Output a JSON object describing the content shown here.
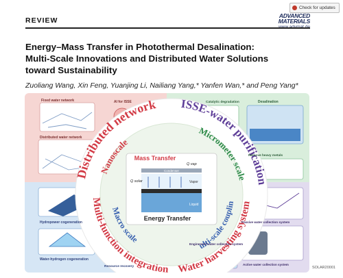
{
  "header": {
    "section": "REVIEW",
    "check_updates": "Check for updates",
    "journal_line1": "ADVANCED",
    "journal_line2": "MATERIALS",
    "journal_url": "www.advmat.de"
  },
  "article": {
    "title_line1": "Energy–Mass Transfer in Photothermal Desalination:",
    "title_line2": "Multi-Scale Innovations and Distributed Water Solutions",
    "title_line3": "toward Sustainability",
    "authors": "Zuoliang Wang, Xin Feng, Yuanjing Li, Nailiang Yang,* Yanfen Wan,* and Peng Yang*"
  },
  "figure": {
    "ring_labels": {
      "top_left": "Distributed network",
      "top_right": "ISSE-water purification",
      "bottom_left": "Multi-function integration",
      "bottom_right": "Water harvesting system"
    },
    "inner_labels": {
      "nanoscale": "Nanoscale",
      "micrometer": "Micrometer scale",
      "macro": "Macro scale",
      "multiscale": "Multi-scale coupling"
    },
    "center": {
      "mass_transfer": "Mass Transfer",
      "energy_transfer": "Energy Transfer",
      "condenser": "Condenser",
      "vapor": "Vapor",
      "liquid": "Liquid",
      "q_solar": "Q solar",
      "q_vap": "Q vap"
    },
    "panel_labels": {
      "fixed_network": "Fixed water network",
      "ai_isse": "AI for ISSE",
      "distributed_network": "Distributed water network",
      "catalytic": "Catalytic degradation",
      "desalination": "Desalination",
      "heavy_metals": "Remove heavy metals",
      "hydropower": "Hydropower cogeneration",
      "water_hydrogen": "Water-hydrogen cogeneration",
      "resource_recovery": "Resource recovery",
      "passive_collection": "Passive water collection system",
      "active_collection": "Active water collection system",
      "engineered_collection": "Engineered water collection system"
    },
    "code": "SOLAR20001"
  },
  "colors": {
    "top_left_panel": "#f6d6d3",
    "top_right_panel": "#d9eedc",
    "bottom_left_panel": "#d6e6f5",
    "bottom_right_panel": "#e2dcef",
    "ring_red": "#d23a45",
    "ring_purple": "#5e3e98",
    "ring_green": "#2f8c4a",
    "ring_blue": "#3a62b0",
    "energy_red": "#e23b2e",
    "journal_blue": "#1b2a5a"
  }
}
